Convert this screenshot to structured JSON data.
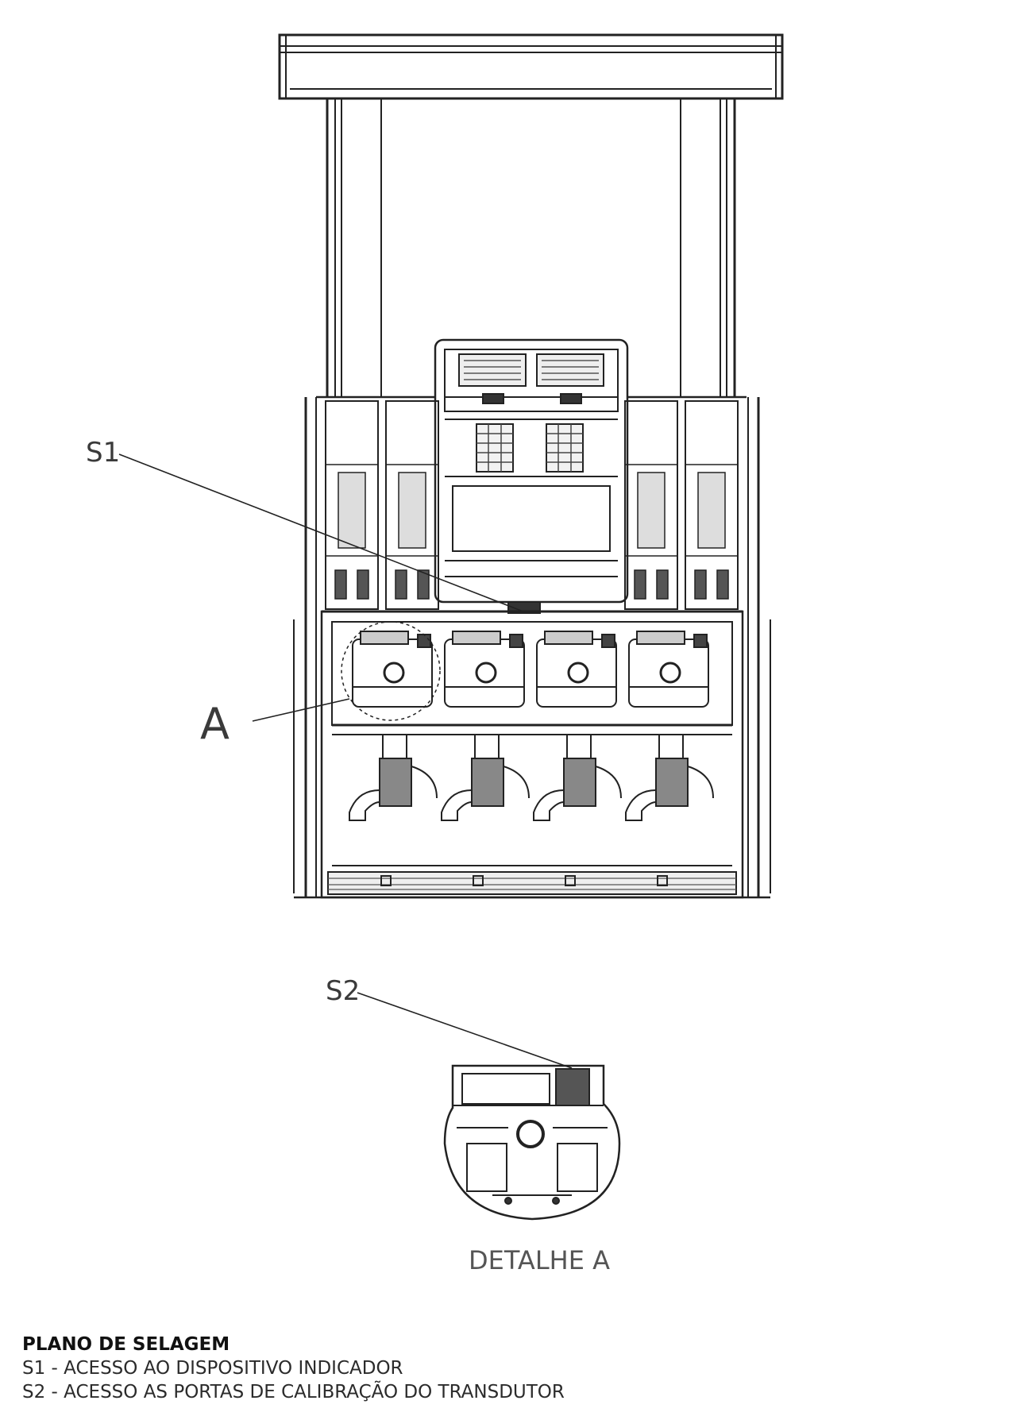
{
  "callouts": {
    "s1": "S1",
    "a": "A",
    "s2": "S2"
  },
  "detail_caption": "DETALHE A",
  "legend": {
    "title": "PLANO DE SELAGEM",
    "items": [
      "S1 - ACESSO AO DISPOSITIVO INDICADOR",
      "S2 - ACESSO AS PORTAS DE CALIBRAÇÃO DO TRANSDUTOR"
    ]
  }
}
